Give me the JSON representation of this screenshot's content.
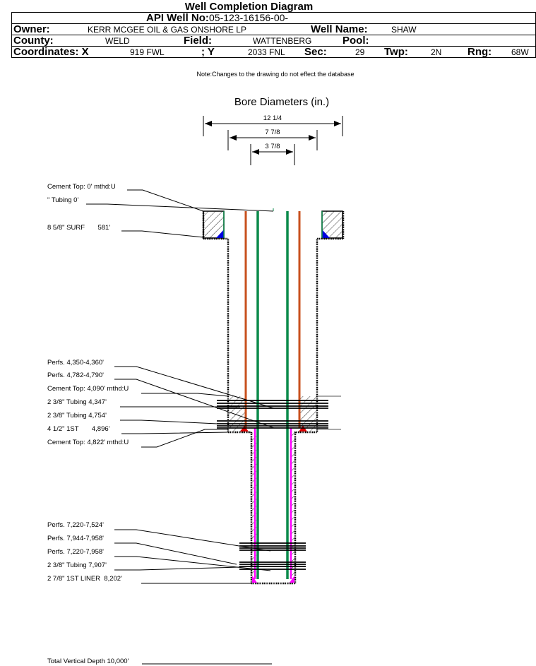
{
  "header": {
    "title": "Well Completion Diagram",
    "api_label": "API Well No:",
    "api_value": "05-123-16156-00-",
    "owner_label": "Owner:",
    "owner_value": "KERR MCGEE OIL & GAS ONSHORE LP",
    "well_name_label": "Well Name:",
    "well_name_value": "SHAW",
    "county_label": "County:",
    "county_value": "WELD",
    "field_label": "Field:",
    "field_value": "WATTENBERG",
    "pool_label": "Pool:",
    "pool_value": "",
    "coords_label": "Coordinates: X",
    "x_value": "919 FWL",
    "y_label": "; Y",
    "y_value": "2033 FNL",
    "sec_label": "Sec:",
    "sec_value": "29",
    "twp_label": "Twp:",
    "twp_value": "2N",
    "rng_label": "Rng:",
    "rng_value": "68W",
    "note": "Note:Changes to the drawing do not effect the database"
  },
  "bore": {
    "title": "Bore Diameters (in.)",
    "diameters": [
      "12 1/4",
      "7 7/8",
      "3 7/8"
    ]
  },
  "annotations": [
    "Cement Top: 0' mthd:U",
    "\" Tubing 0'",
    "8 5/8\" SURF       581'",
    "Perfs. 4,350-4,360'",
    "Perfs. 4,782-4,790'",
    "Cement Top: 4,090' mthd:U",
    "2 3/8\" Tubing 4,347'",
    "2 3/8\" Tubing 4,754'",
    "4 1/2\" 1ST       4,896'",
    "Cement Top: 4,822' mthd:U",
    "Perfs. 7,220-7,524'",
    "Perfs. 7,944-7,958'",
    "Perfs. 7,220-7,958'",
    "2 3/8\" Tubing 7,907'",
    "2 7/8\" 1ST LINER  8,202'",
    "Total Vertical Depth 10,000'"
  ],
  "colors": {
    "tubing_orange": "#c8501e",
    "tubing_red": "#e02010",
    "tubing_green": "#0a8a4a",
    "cement_blue": "#0000e0",
    "cement_red": "#e00000",
    "liner_magenta": "#ff00ff"
  }
}
